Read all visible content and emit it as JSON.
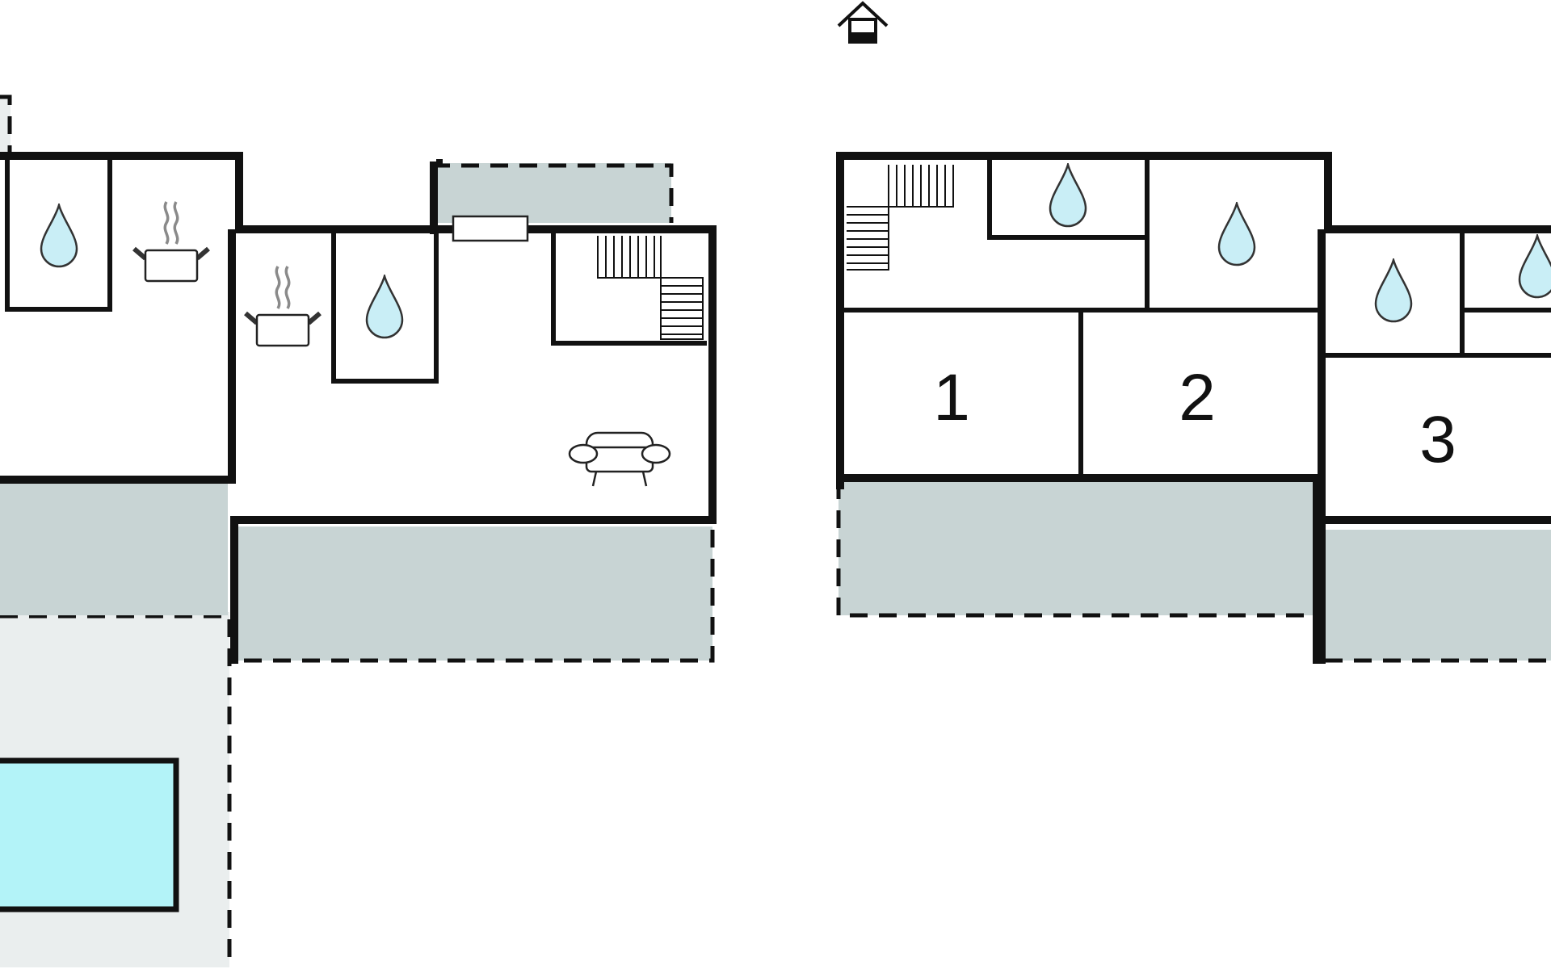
{
  "rooms": [
    {
      "label": "1"
    },
    {
      "label": "2"
    },
    {
      "label": "3"
    }
  ],
  "icons": [
    "house-icon",
    "water-drop-icon",
    "cooking-pot-icon",
    "sofa-icon",
    "staircase-icon"
  ],
  "colors": {
    "terrace": "#c8d4d4",
    "garden": "#eaeeee",
    "pool": "#b3f3f8",
    "wall": "#111111",
    "water_drop": "#c9eef6"
  }
}
